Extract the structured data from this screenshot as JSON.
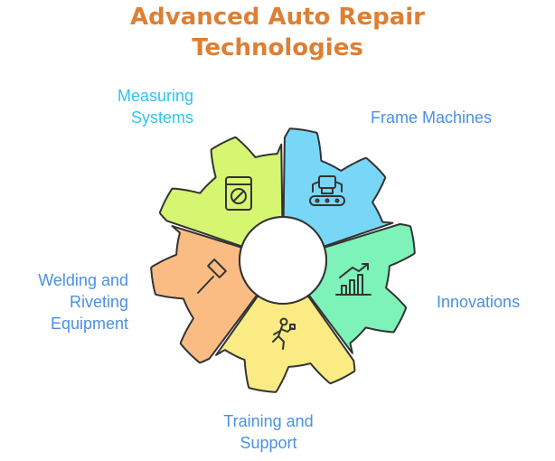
{
  "title": {
    "line1": "Advanced Auto Repair",
    "line2": "Technologies"
  },
  "segments": [
    {
      "id": "measuring",
      "label_lines": [
        "Measuring",
        "Systems"
      ],
      "color": "#78d6f7",
      "icon": "washing-machine-icon"
    },
    {
      "id": "frame",
      "label_lines": [
        "Frame Machines"
      ],
      "color": "#7df2b9",
      "icon": "robot-conveyor-icon"
    },
    {
      "id": "innovations",
      "label_lines": [
        "Innovations"
      ],
      "color": "#fbeb84",
      "icon": "growth-chart-icon"
    },
    {
      "id": "training",
      "label_lines": [
        "Training and",
        "Support"
      ],
      "color": "#fbbc84",
      "icon": "person-lifting-icon"
    },
    {
      "id": "welding",
      "label_lines": [
        "Welding and",
        "Riveting",
        "Equipment"
      ],
      "color": "#d6f571",
      "icon": "hammer-icon"
    }
  ],
  "colors": {
    "title": "#dd7f33",
    "label": "#4a90e2",
    "label_accent": "#2fc4ee",
    "outline": "#333333"
  }
}
